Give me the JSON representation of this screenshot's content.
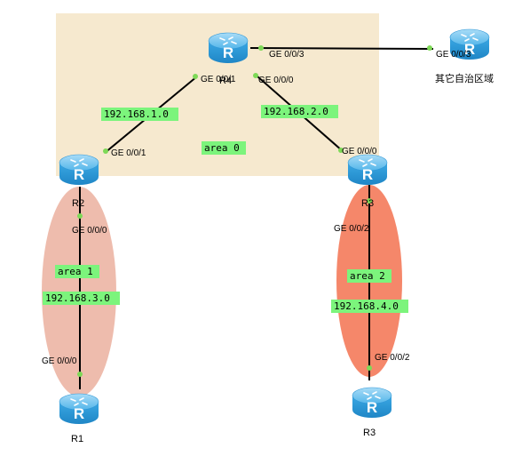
{
  "colors": {
    "area0_fill": "#f6e9cf",
    "area1_fill": "#eebcad",
    "area2_fill": "#f5876a",
    "label_bg": "#7cf47c",
    "link": "#000000",
    "port_dot": "#7ed957",
    "router_body": "#3aa8e4"
  },
  "routers": {
    "r1": "R1",
    "r2": "R2",
    "r3": "R3",
    "r4": "R4",
    "other_area": "其它自治区域"
  },
  "areas": {
    "area0": "area 0",
    "area1": "area 1",
    "area2": "area 2"
  },
  "networks": {
    "net1": "192.168.1.0",
    "net2": "192.168.2.0",
    "net3": "192.168.3.0",
    "net4": "192.168.4.0"
  },
  "ports": {
    "r1_ge000": "GE 0/0/0",
    "r2_ge001": "GE 0/0/1",
    "r2_ge000": "GE 0/0/0",
    "r3_ge001": "GE 0/0/1",
    "r3_ge000": "GE 0/0/0",
    "r3_ge003": "GE 0/0/3",
    "r4_ge000": "GE 0/0/0",
    "r4_ge002": "GE 0/0/2",
    "r5_ge002": "GE 0/0/2",
    "other_ge003": "GE 0/0/3"
  }
}
